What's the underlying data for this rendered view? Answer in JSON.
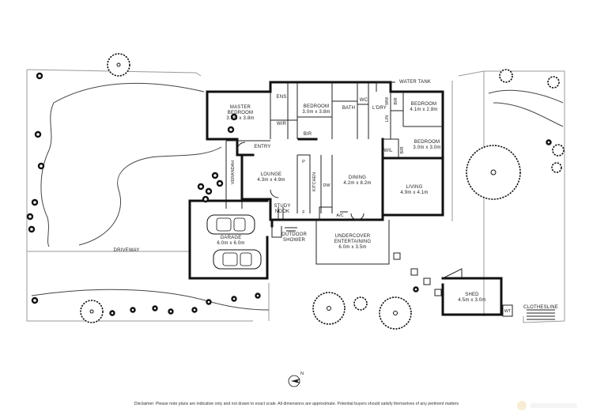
{
  "rooms": {
    "master_bedroom": {
      "name": "MASTER",
      "name2": "BEDROOM",
      "size": "3.9m x 3.8m"
    },
    "ens": {
      "name": "ENS"
    },
    "wir": {
      "name": "WIR"
    },
    "bedroom_2": {
      "name": "BEDROOM",
      "size": "3.0m x 3.8m"
    },
    "bir_1": {
      "name": "BIR"
    },
    "bath": {
      "name": "BATH"
    },
    "wc": {
      "name": "WC"
    },
    "ldry": {
      "name": "L'DRY"
    },
    "water_tank": {
      "name": "WATER TANK"
    },
    "bedroom_3": {
      "name": "BEDROOM",
      "size": "4.1m x 2.8m"
    },
    "bir_2": {
      "name": "BIR"
    },
    "bedroom_4": {
      "name": "BEDROOM",
      "size": "3.0m x 3.0m"
    },
    "bir_3": {
      "name": "BIR"
    },
    "wil": {
      "name": "WIL"
    },
    "lin": {
      "name": "LIN"
    },
    "wm": {
      "name": "WM"
    },
    "entry": {
      "name": "ENTRY"
    },
    "verandah": {
      "name": "VERANDAH"
    },
    "lounge": {
      "name": "LOUNGE",
      "size": "4.3m x 4.9m"
    },
    "kitchen": {
      "name": "KITCHEN"
    },
    "pantry": {
      "name": "P"
    },
    "fridge": {
      "name": "F"
    },
    "dw": {
      "name": "DW"
    },
    "dining": {
      "name": "DINING",
      "size": "4.2m x 8.2m"
    },
    "living": {
      "name": "LIVING",
      "size": "4.9m x 4.1m"
    },
    "study_nook": {
      "name": "STUDY",
      "name2": "NOOK"
    },
    "ac": {
      "name": "A/C"
    },
    "garage": {
      "name": "GARAGE",
      "size": "6.0m x 6.0m"
    },
    "outdoor_shower": {
      "name": "OUTDOOR",
      "name2": "SHOWER"
    },
    "undercover": {
      "name": "UNDERCOVER",
      "name2": "ENTERTAINING",
      "size": "6.0m x 3.5m"
    },
    "shed": {
      "name": "SHED",
      "size": "4.5m x 3.0m"
    },
    "wt": {
      "name": "WT"
    },
    "clothesline": {
      "name": "CLOTHESLINE"
    }
  },
  "driveway": {
    "name": "DRIVEWAY"
  },
  "compass": {
    "label": "N"
  },
  "disclaimer": "Disclaimer: Please note plans are indicative only and not drawn to exact scale. All dimensions are approximate. Potential buyers should satisfy themselves of any pertinent matters",
  "colors": {
    "walls": "#111111",
    "boundary": "#9a9a9a",
    "background": "#ffffff"
  }
}
